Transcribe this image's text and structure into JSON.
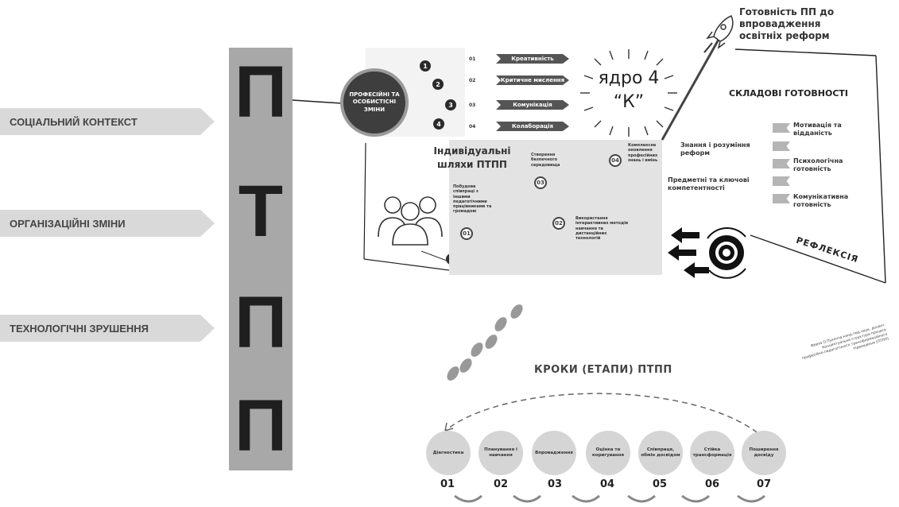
{
  "context": [
    "СОЦІАЛЬНИЙ КОНТЕКСТ",
    "ОРГАНІЗАЦІЙНІ ЗМІНИ",
    "ТЕХНОЛОГІЧНІ ЗРУШЕННЯ"
  ],
  "bar_letters": [
    "П",
    "Т",
    "П",
    "П"
  ],
  "core": {
    "circle_label": "ПРОФЕСІЙНІ ТА ОСОБИСТІСНІ ЗМІНИ",
    "dots": [
      "1",
      "2",
      "3",
      "4"
    ],
    "skills": [
      {
        "num": "01",
        "label": "Креативність"
      },
      {
        "num": "02",
        "label": "Критичне мислення"
      },
      {
        "num": "03",
        "label": "Комунікація"
      },
      {
        "num": "04",
        "label": "Колаборація"
      }
    ],
    "core_title": "ядро 4 “К”"
  },
  "paths": {
    "title": "Індивідуальні шляхи ПТПП",
    "markers": [
      "01",
      "02",
      "03",
      "04"
    ],
    "notes": [
      "Побудова співпраці з іншими педагогічними працівниками та громадою",
      "Створення безпечного середовища",
      "Використання інтерактивних методів навчання та дистанційних технологій",
      "Комплексне оновлення професійних знань і вмінь"
    ]
  },
  "readiness": {
    "title": "Готовність ПП до впровадження освітніх реформ",
    "components_title": "СКЛАДОВІ ГОТОВНОСТІ",
    "left_items": [
      "Знання і розуміння реформ",
      "Предметні та ключові компетентності"
    ],
    "right_items": [
      "Мотивація та відданість",
      "Психологічна готовність",
      "Комунікативна готовність"
    ],
    "reflection": "РЕФЛЕКСІЯ"
  },
  "steps": {
    "title": "КРОКИ (ЕТАПИ) ПТПП",
    "items": [
      {
        "num": "01",
        "label": "Діагностика"
      },
      {
        "num": "02",
        "label": "Планування і навчання"
      },
      {
        "num": "03",
        "label": "Впровадження"
      },
      {
        "num": "04",
        "label": "Оцінка та коригування"
      },
      {
        "num": "05",
        "label": "Співпраця, обмін досвідом"
      },
      {
        "num": "06",
        "label": "Стійка трансформація"
      },
      {
        "num": "07",
        "label": "Поширення досвіду"
      }
    ]
  },
  "sidenote": "Фреза О.Пухонча канд.пед.наук, доцент Концептуальна структура процесу професійно-педагогічного трансформаційного підвищення (ПТПП)"
}
